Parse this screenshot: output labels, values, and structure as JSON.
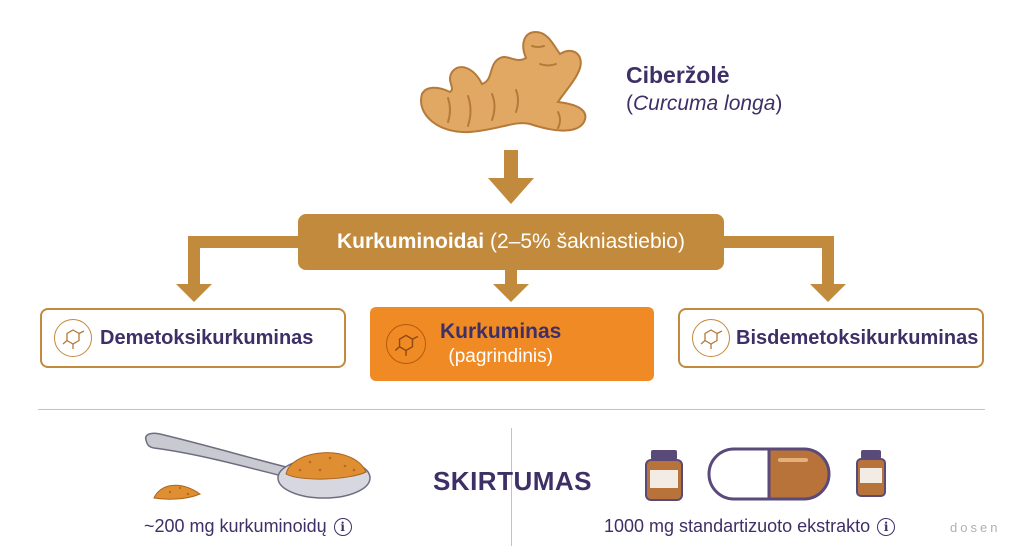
{
  "source": {
    "name": "Ciberžolė",
    "latin_open": "(",
    "latin": "Curcuma longa",
    "latin_close": ")",
    "icon": "ginger-root-icon"
  },
  "group": {
    "name": "Kurkuminoidai",
    "note": "(2–5% šakniastiebio)"
  },
  "compounds": {
    "left": {
      "name": "Demetoksikurkuminas",
      "icon": "molecule-icon"
    },
    "center": {
      "name": "Kurkuminas",
      "note": "(pagrindinis)",
      "icon": "molecule-icon"
    },
    "right": {
      "name": "Bisdemetoksikurkuminas",
      "icon": "molecule-icon"
    }
  },
  "comparison": {
    "label": "SKIRTUMAS",
    "left_dose": "~200 mg kurkuminoidų",
    "left_icon": "spoon-powder-icon",
    "right_dose": "1000 mg standartizuoto ekstrakto",
    "right_icons": [
      "jar-icon",
      "capsule-icon",
      "jar-icon"
    ],
    "info_icon": "info-icon",
    "info_glyph": "i"
  },
  "watermark": "dosen",
  "colors": {
    "brand_dark": "#3e2f66",
    "ochre": "#c28a3c",
    "orange": "#f08a24",
    "divider": "#d8c48a"
  }
}
